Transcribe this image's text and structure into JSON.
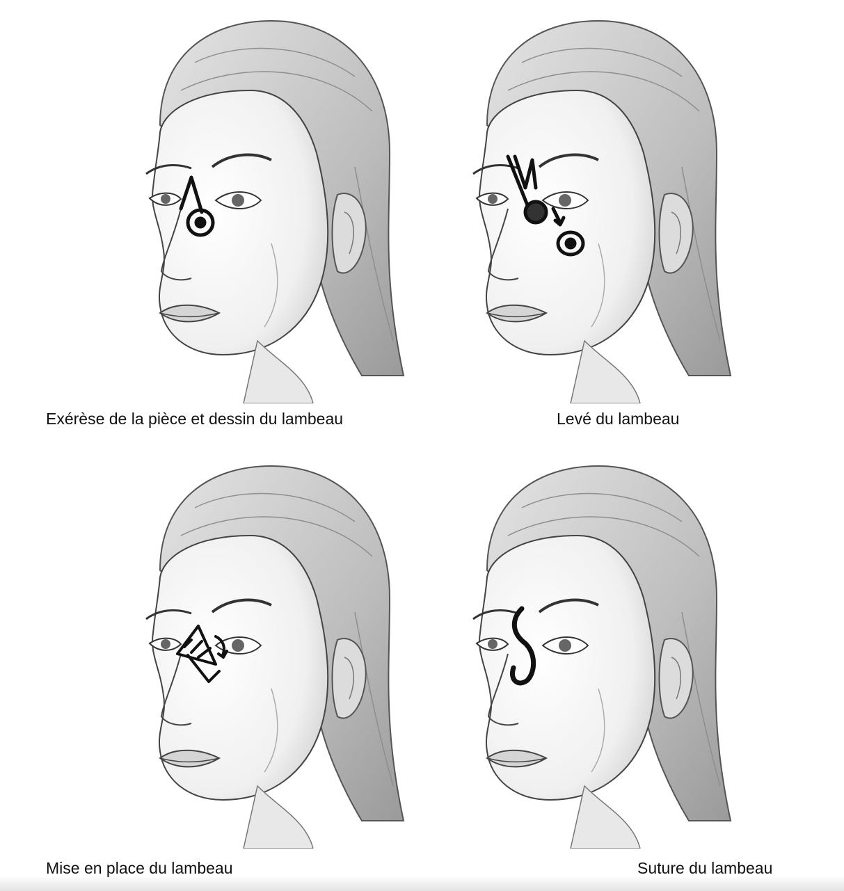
{
  "panels": [
    {
      "id": "excision",
      "caption": "Exérèse de la pièce et dessin du lambeau",
      "step_icon": "flap-design-marking"
    },
    {
      "id": "raise",
      "caption": "Levé du lambeau",
      "step_icon": "flap-raised-arrow"
    },
    {
      "id": "place",
      "caption": "Mise en place du lambeau",
      "step_icon": "flap-transposition"
    },
    {
      "id": "suture",
      "caption": "Suture du lambeau",
      "step_icon": "suture-line"
    }
  ],
  "colors": {
    "ink": "#111111",
    "skin": "#f3f3f3",
    "hair": "#c9c9c9",
    "shade": "#b5b5b5"
  }
}
